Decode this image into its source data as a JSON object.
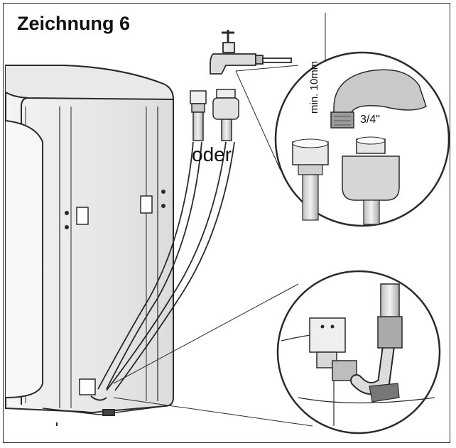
{
  "figure": {
    "title": "Zeichnung 6",
    "label_or": "oder",
    "label_min_distance": "min. 10mm",
    "label_thread": "3/4\""
  },
  "colors": {
    "line": "#2a2a2a",
    "shade_light": "#e6e6e6",
    "shade_mid": "#c8c8c8",
    "shade_dark": "#9a9a9a"
  }
}
